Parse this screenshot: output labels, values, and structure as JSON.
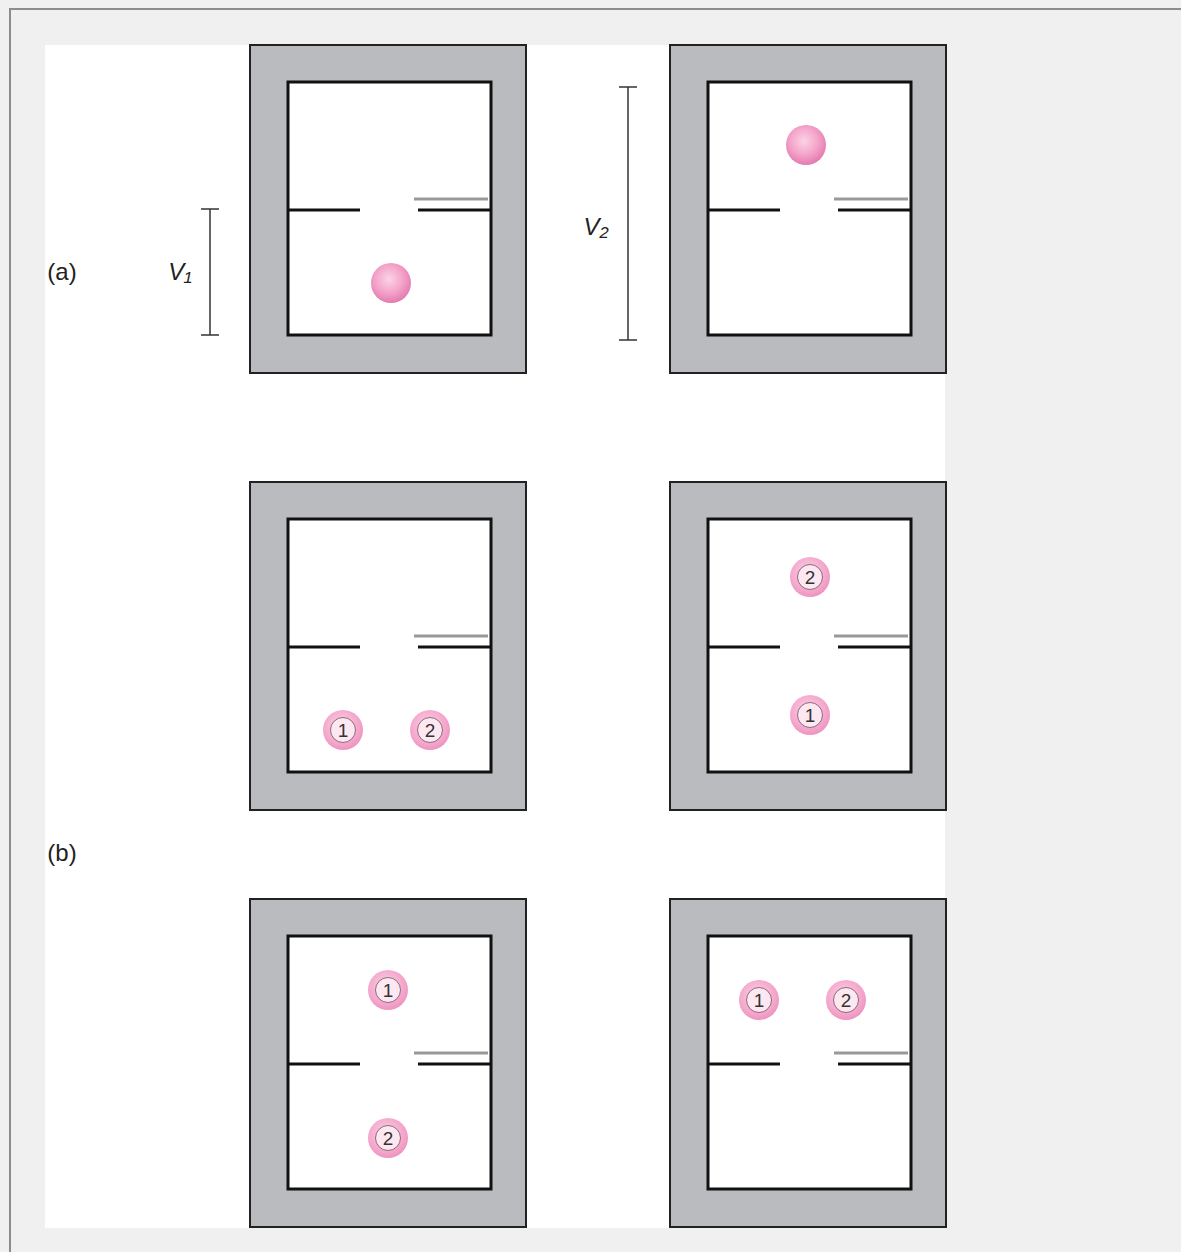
{
  "diagram": {
    "nodes": [
      {
        "text": [
          "1"
        ]
      },
      {
        "text": [
          "2"
        ]
      },
      {
        "text": [
          "2"
        ]
      },
      {
        "text": [
          "1"
        ]
      },
      {
        "text": [
          "1"
        ]
      },
      {
        "text": [
          "2"
        ]
      },
      {
        "text": [
          "1"
        ]
      },
      {
        "text": [
          "2"
        ]
      }
    ],
    "labels": [
      "(a)",
      "V₁",
      "V₂",
      "(b)"
    ]
  }
}
